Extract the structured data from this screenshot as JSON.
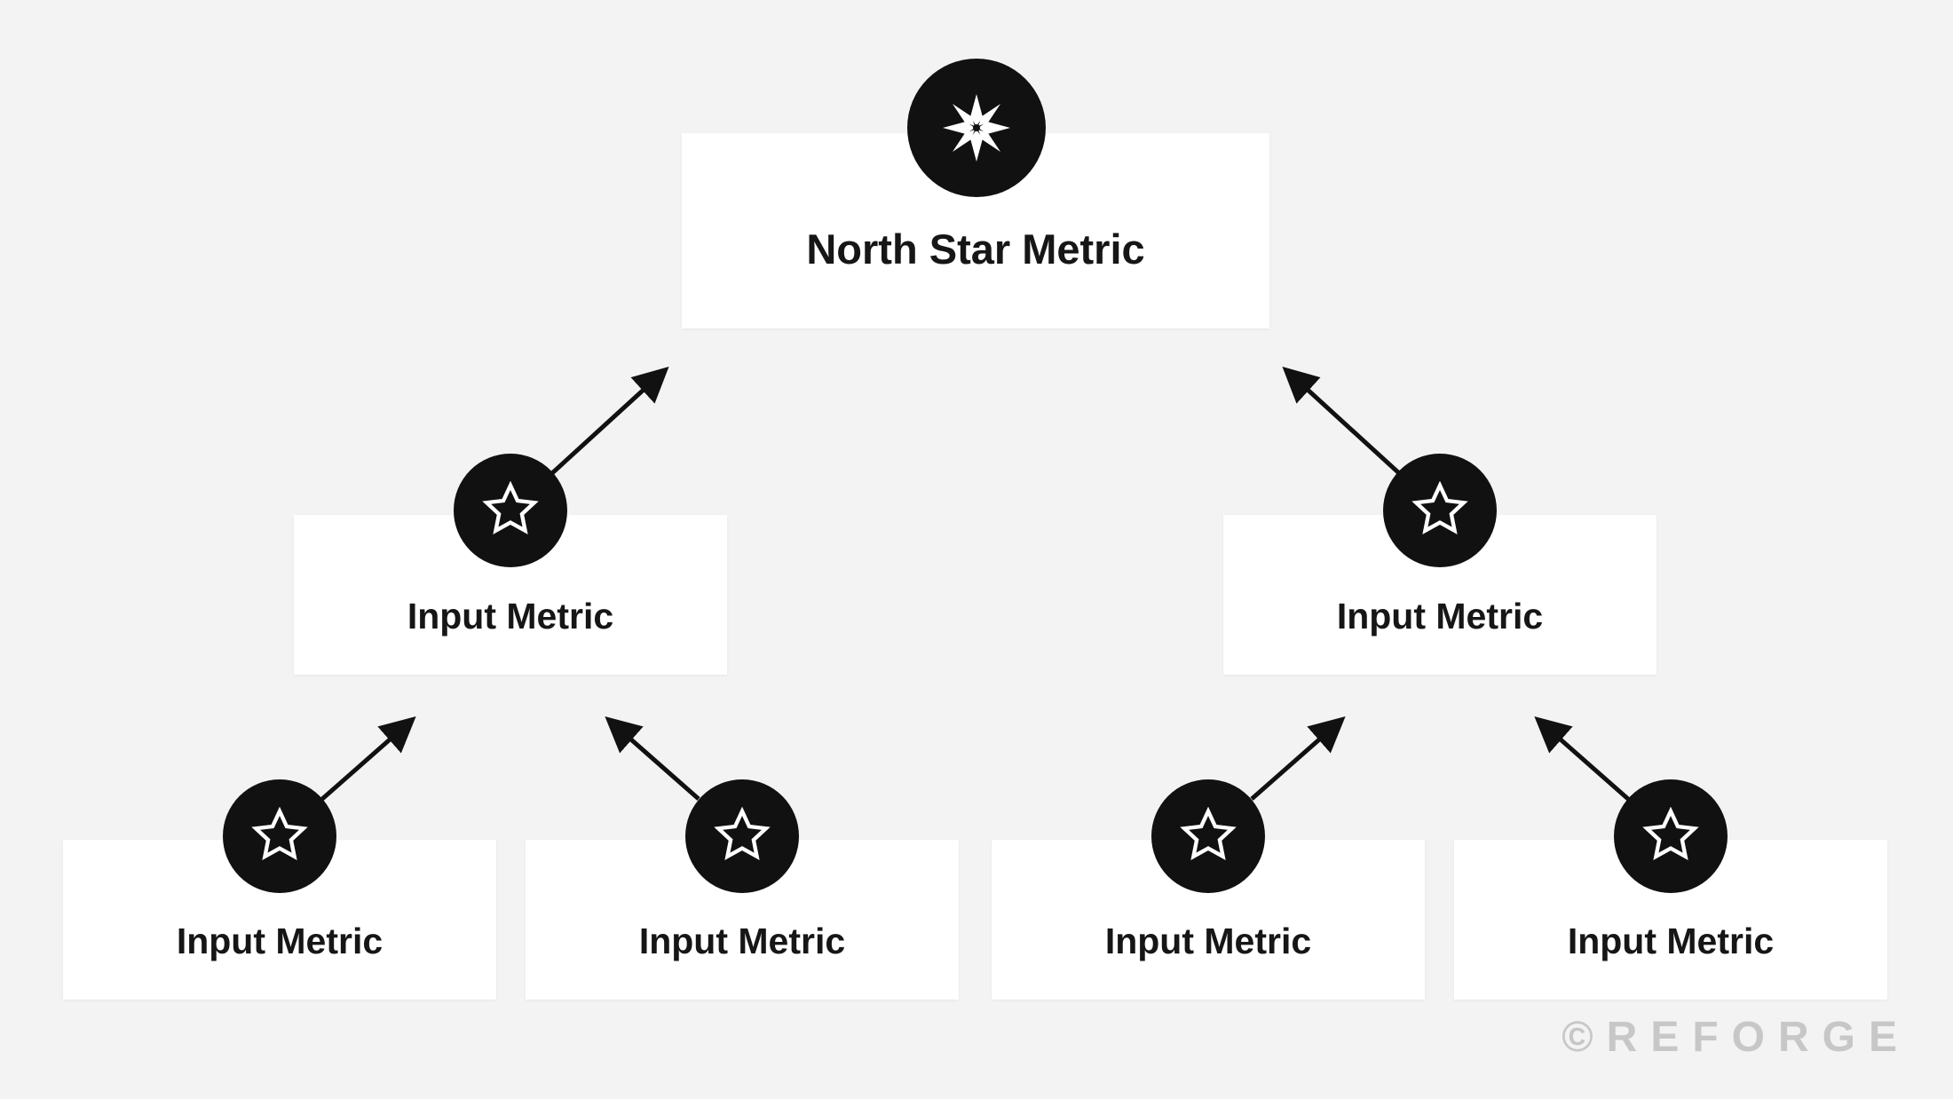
{
  "root": {
    "label": "North Star Metric",
    "icon": "north-star-compass-icon"
  },
  "mid_nodes": [
    {
      "label": "Input Metric",
      "icon": "star-icon"
    },
    {
      "label": "Input Metric",
      "icon": "star-icon"
    }
  ],
  "leaf_nodes": [
    {
      "label": "Input Metric",
      "icon": "star-icon"
    },
    {
      "label": "Input Metric",
      "icon": "star-icon"
    },
    {
      "label": "Input Metric",
      "icon": "star-icon"
    },
    {
      "label": "Input Metric",
      "icon": "star-icon"
    }
  ],
  "watermark": "©REFORGE",
  "colors": {
    "background": "#f3f3f3",
    "card": "#ffffff",
    "badge": "#111111",
    "arrow": "#111111",
    "text": "#161616",
    "watermark": "#c7c7c7"
  }
}
